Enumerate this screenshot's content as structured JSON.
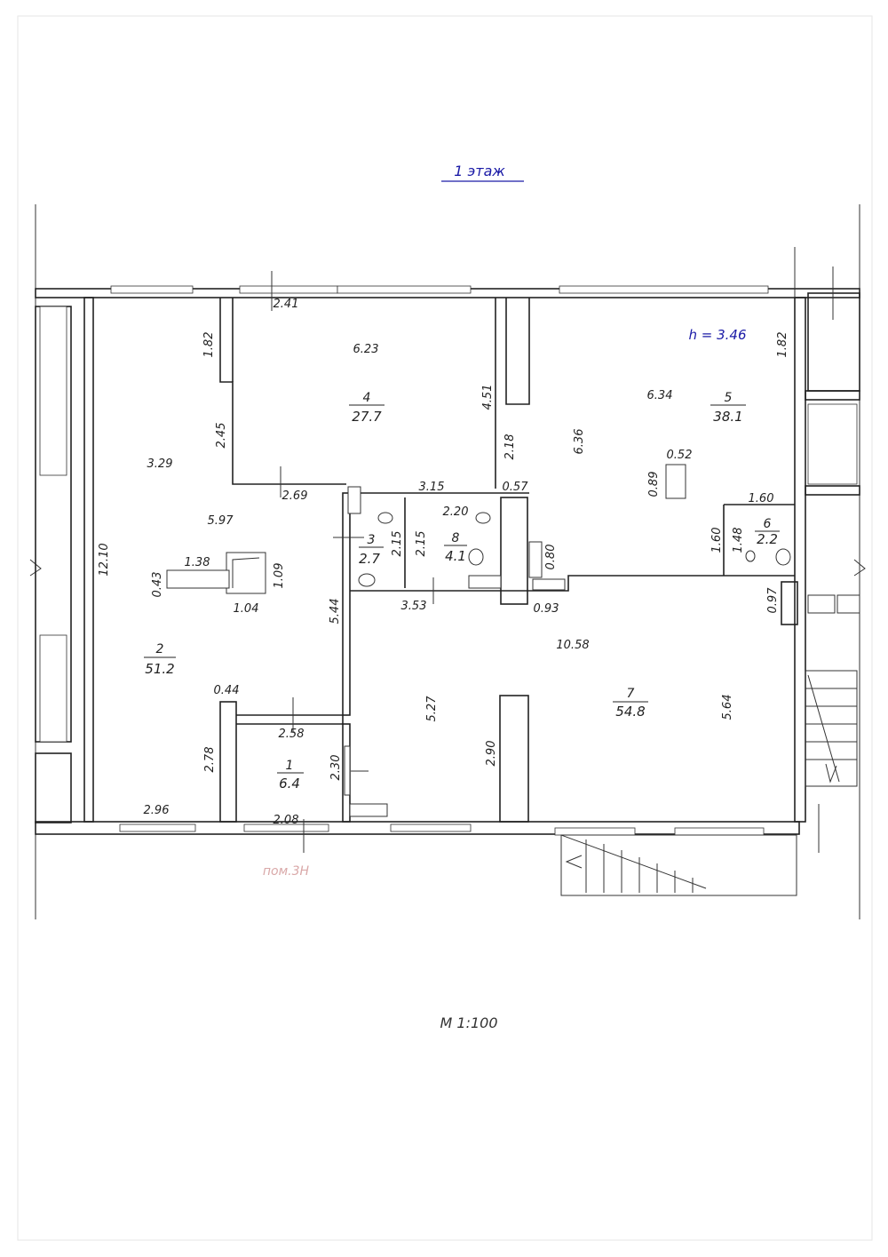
{
  "title": "1 этаж",
  "ceiling_height": "h = 3.46",
  "neighbor_label": "пом.3Н",
  "scale": "М 1:100",
  "colors": {
    "title": "#1a1aa6",
    "neighbor": "#d9a8a8",
    "lines": "#222222"
  },
  "rooms": [
    {
      "num": "1",
      "area": "6.4"
    },
    {
      "num": "2",
      "area": "51.2"
    },
    {
      "num": "3",
      "area": "2.7"
    },
    {
      "num": "4",
      "area": "27.7"
    },
    {
      "num": "5",
      "area": "38.1"
    },
    {
      "num": "6",
      "area": "2.2"
    },
    {
      "num": "7",
      "area": "54.8"
    },
    {
      "num": "8",
      "area": "4.1"
    }
  ],
  "dimensions": [
    "2.41",
    "6.23",
    "1.82",
    "2.45",
    "4.51",
    "2.18",
    "3.29",
    "2.69",
    "3.15",
    "0.57",
    "5.97",
    "12.10",
    "0.43",
    "1.38",
    "1.09",
    "1.04",
    "2.15",
    "2.15",
    "2.20",
    "0.80",
    "3.53",
    "0.93",
    "5.44",
    "6.34",
    "6.36",
    "0.52",
    "0.89",
    "1.82",
    "1.60",
    "1.60",
    "1.48",
    "0.97",
    "10.58",
    "0.44",
    "2.58",
    "5.27",
    "2.90",
    "5.64",
    "2.78",
    "2.30",
    "2.96",
    "2.08"
  ]
}
